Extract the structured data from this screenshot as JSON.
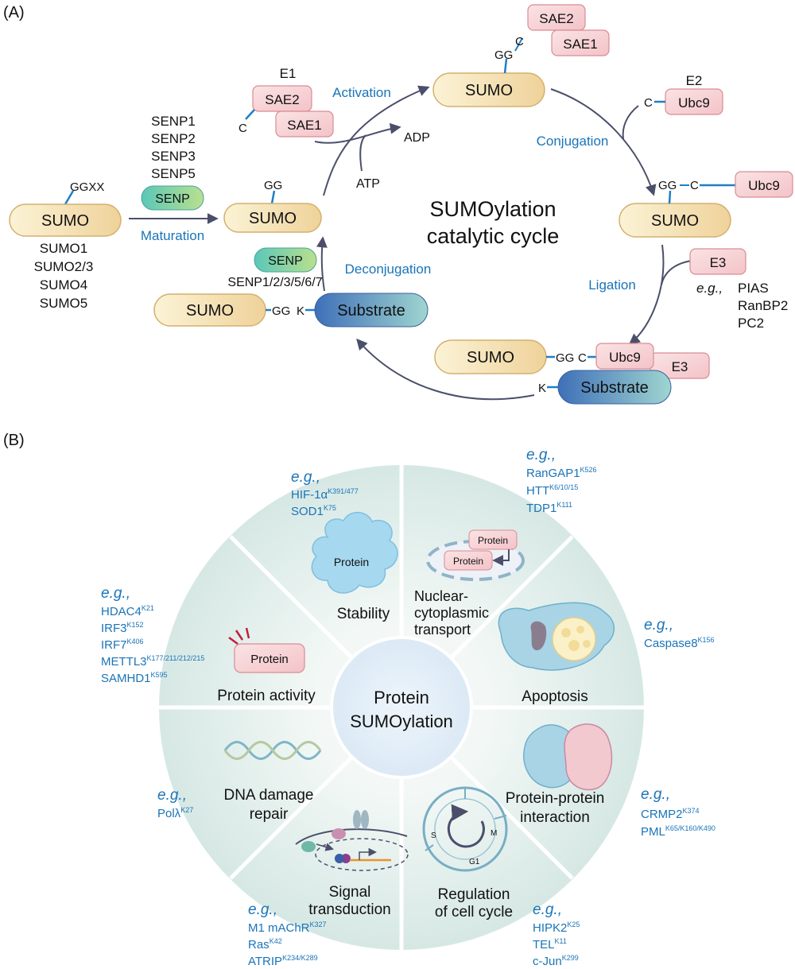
{
  "panel_a": {
    "label": "(A)",
    "title_line1": "SUMOylation",
    "title_line2": "catalytic cycle",
    "precursor": {
      "pill": "SUMO",
      "tail": "GGXX",
      "isoforms": [
        "SUMO1",
        "SUMO2/3",
        "SUMO4",
        "SUMO5"
      ]
    },
    "maturation": {
      "proteases": [
        "SENP1",
        "SENP2",
        "SENP3",
        "SENP5"
      ],
      "enzyme": "SENP",
      "label": "Maturation"
    },
    "mature": {
      "pill": "SUMO",
      "tail": "GG"
    },
    "activation": {
      "e1_label": "E1",
      "sae2": "SAE2",
      "sae1": "SAE1",
      "cys": "C",
      "label": "Activation",
      "adp": "ADP",
      "atp": "ATP"
    },
    "activated": {
      "pill": "SUMO",
      "gg": "GG",
      "cys": "C",
      "sae2": "SAE2",
      "sae1": "SAE1"
    },
    "conjugation": {
      "e2_label": "E2",
      "ubc9": "Ubc9",
      "cys": "C",
      "label": "Conjugation"
    },
    "thioester": {
      "pill": "SUMO",
      "gg": "GG",
      "cys": "C",
      "ubc9": "Ubc9"
    },
    "ligation": {
      "e3": "E3",
      "label": "Ligation",
      "eg": "e.g.,",
      "examples": [
        "PIAS",
        "RanBP2",
        "PC2"
      ]
    },
    "complex": {
      "pill": "SUMO",
      "gg": "GG",
      "cys": "C",
      "ubc9": "Ubc9",
      "e3": "E3",
      "lys": "K",
      "substrate": "Substrate"
    },
    "conjugated": {
      "pill": "SUMO",
      "gg": "GG",
      "lys": "K",
      "substrate": "Substrate"
    },
    "deconjugation": {
      "enzyme": "SENP",
      "proteases": "SENP1/2/3/5/6/7",
      "label": "Deconjugation"
    }
  },
  "panel_b": {
    "label": "(B)",
    "center_line1": "Protein",
    "center_line2": "SUMOylation",
    "protein_label": "Protein",
    "eg": "e.g.,",
    "stability": {
      "title": "Stability",
      "examples": [
        {
          "name": "HIF-1α",
          "sup": "K391/477"
        },
        {
          "name": "SOD1",
          "sup": "K75"
        }
      ]
    },
    "transport": {
      "title_lines": [
        "Nuclear-",
        "cytoplasmic",
        "transport"
      ],
      "examples": [
        {
          "name": "RanGAP1",
          "sup": "K526"
        },
        {
          "name": "HTT",
          "sup": "K6/10/15"
        },
        {
          "name": "TDP1",
          "sup": "K111"
        }
      ]
    },
    "apoptosis": {
      "title": "Apoptosis",
      "examples": [
        {
          "name": "Caspase8",
          "sup": "K156"
        }
      ]
    },
    "ppi": {
      "title_lines": [
        "Protein-protein",
        "interaction"
      ],
      "examples": [
        {
          "name": "CRMP2",
          "sup": "K374"
        },
        {
          "name": "PML",
          "sup": "K65/K160/K490"
        }
      ]
    },
    "cell_cycle": {
      "title_lines": [
        "Regulation",
        "of cell cycle"
      ],
      "phases": [
        "S",
        "M",
        "G1"
      ],
      "examples": [
        {
          "name": "HIPK2",
          "sup": "K25"
        },
        {
          "name": "TEL",
          "sup": "K11"
        },
        {
          "name": "c-Jun",
          "sup": "K299"
        }
      ]
    },
    "signal": {
      "title_lines": [
        "Signal",
        "transduction"
      ],
      "examples": [
        {
          "name": "M1 mAChR",
          "sup": "K327"
        },
        {
          "name": "Ras",
          "sup": "K42"
        },
        {
          "name": "ATRIP",
          "sup": "K234/K289"
        }
      ]
    },
    "dna": {
      "title_lines": [
        "DNA damage",
        "repair"
      ],
      "examples": [
        {
          "name": "Polλ",
          "sup": "K27"
        }
      ]
    },
    "activity": {
      "title": "Protein activity",
      "examples": [
        {
          "name": "HDAC4",
          "sup": "K21"
        },
        {
          "name": "IRF3",
          "sup": "K152"
        },
        {
          "name": "IRF7",
          "sup": "K406"
        },
        {
          "name": "METTL3",
          "sup": "K177/211/212/215"
        },
        {
          "name": "SAMHD1",
          "sup": "K595"
        }
      ]
    }
  },
  "colors": {
    "sumo_fill": "#f6e7b9",
    "sumo_stroke": "#d4b06e",
    "enzyme_fill": "#f7d3d6",
    "enzyme_stroke": "#d98c95",
    "senp_fill": "#6fcfb0",
    "substrate_fill": "#4f86c6",
    "link_blue": "#1f7fc7",
    "arrow": "#4b4f6b",
    "text_blue": "#1a74b8"
  }
}
